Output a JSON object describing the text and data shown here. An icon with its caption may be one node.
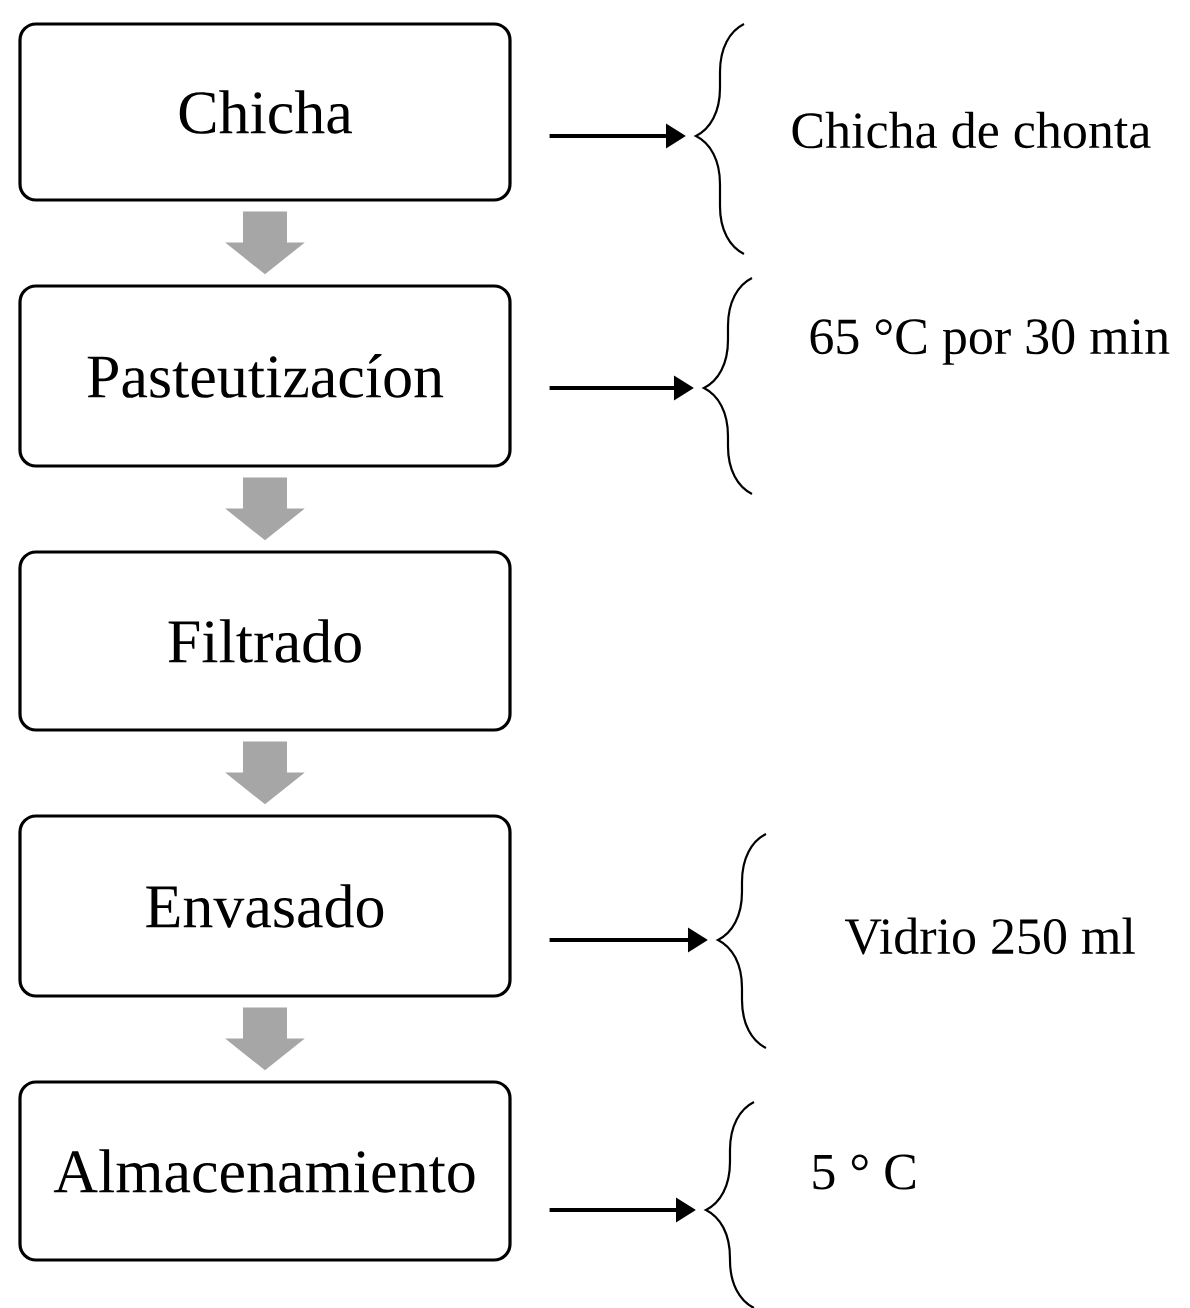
{
  "diagram": {
    "nodes": [
      {
        "text": [
          "Chicha"
        ]
      },
      {
        "text": [
          "Pasteutizacíon"
        ]
      },
      {
        "text": [
          "Filtrado"
        ]
      },
      {
        "text": [
          "Envasado"
        ]
      },
      {
        "text": [
          "Almacenamiento"
        ]
      },
      {
        "text": [
          "Chicha de chonta"
        ]
      },
      {
        "text": [
          "65 °C por 30 min"
        ]
      },
      {
        "text": [
          "Vidrio 250 ml"
        ]
      },
      {
        "text": [
          "5 ° C"
        ]
      }
    ],
    "edges": [
      {
        "from": 0,
        "to": 1,
        "arrow": "to",
        "style": "thick",
        "color": "#a6a6a6"
      },
      {
        "from": 1,
        "to": 2,
        "arrow": "to",
        "style": "thick",
        "color": "#a6a6a6"
      },
      {
        "from": 2,
        "to": 3,
        "arrow": "to",
        "style": "thick",
        "color": "#a6a6a6"
      },
      {
        "from": 3,
        "to": 4,
        "arrow": "to",
        "style": "thick",
        "color": "#a6a6a6"
      },
      {
        "from": 0,
        "to": 5,
        "arrow": "to",
        "color": "#000000"
      },
      {
        "from": 1,
        "to": 6,
        "arrow": "to",
        "color": "#000000"
      },
      {
        "from": 3,
        "to": 7,
        "arrow": "to",
        "color": "#000000"
      },
      {
        "from": 4,
        "to": 8,
        "arrow": "to",
        "color": "#000000"
      }
    ]
  }
}
